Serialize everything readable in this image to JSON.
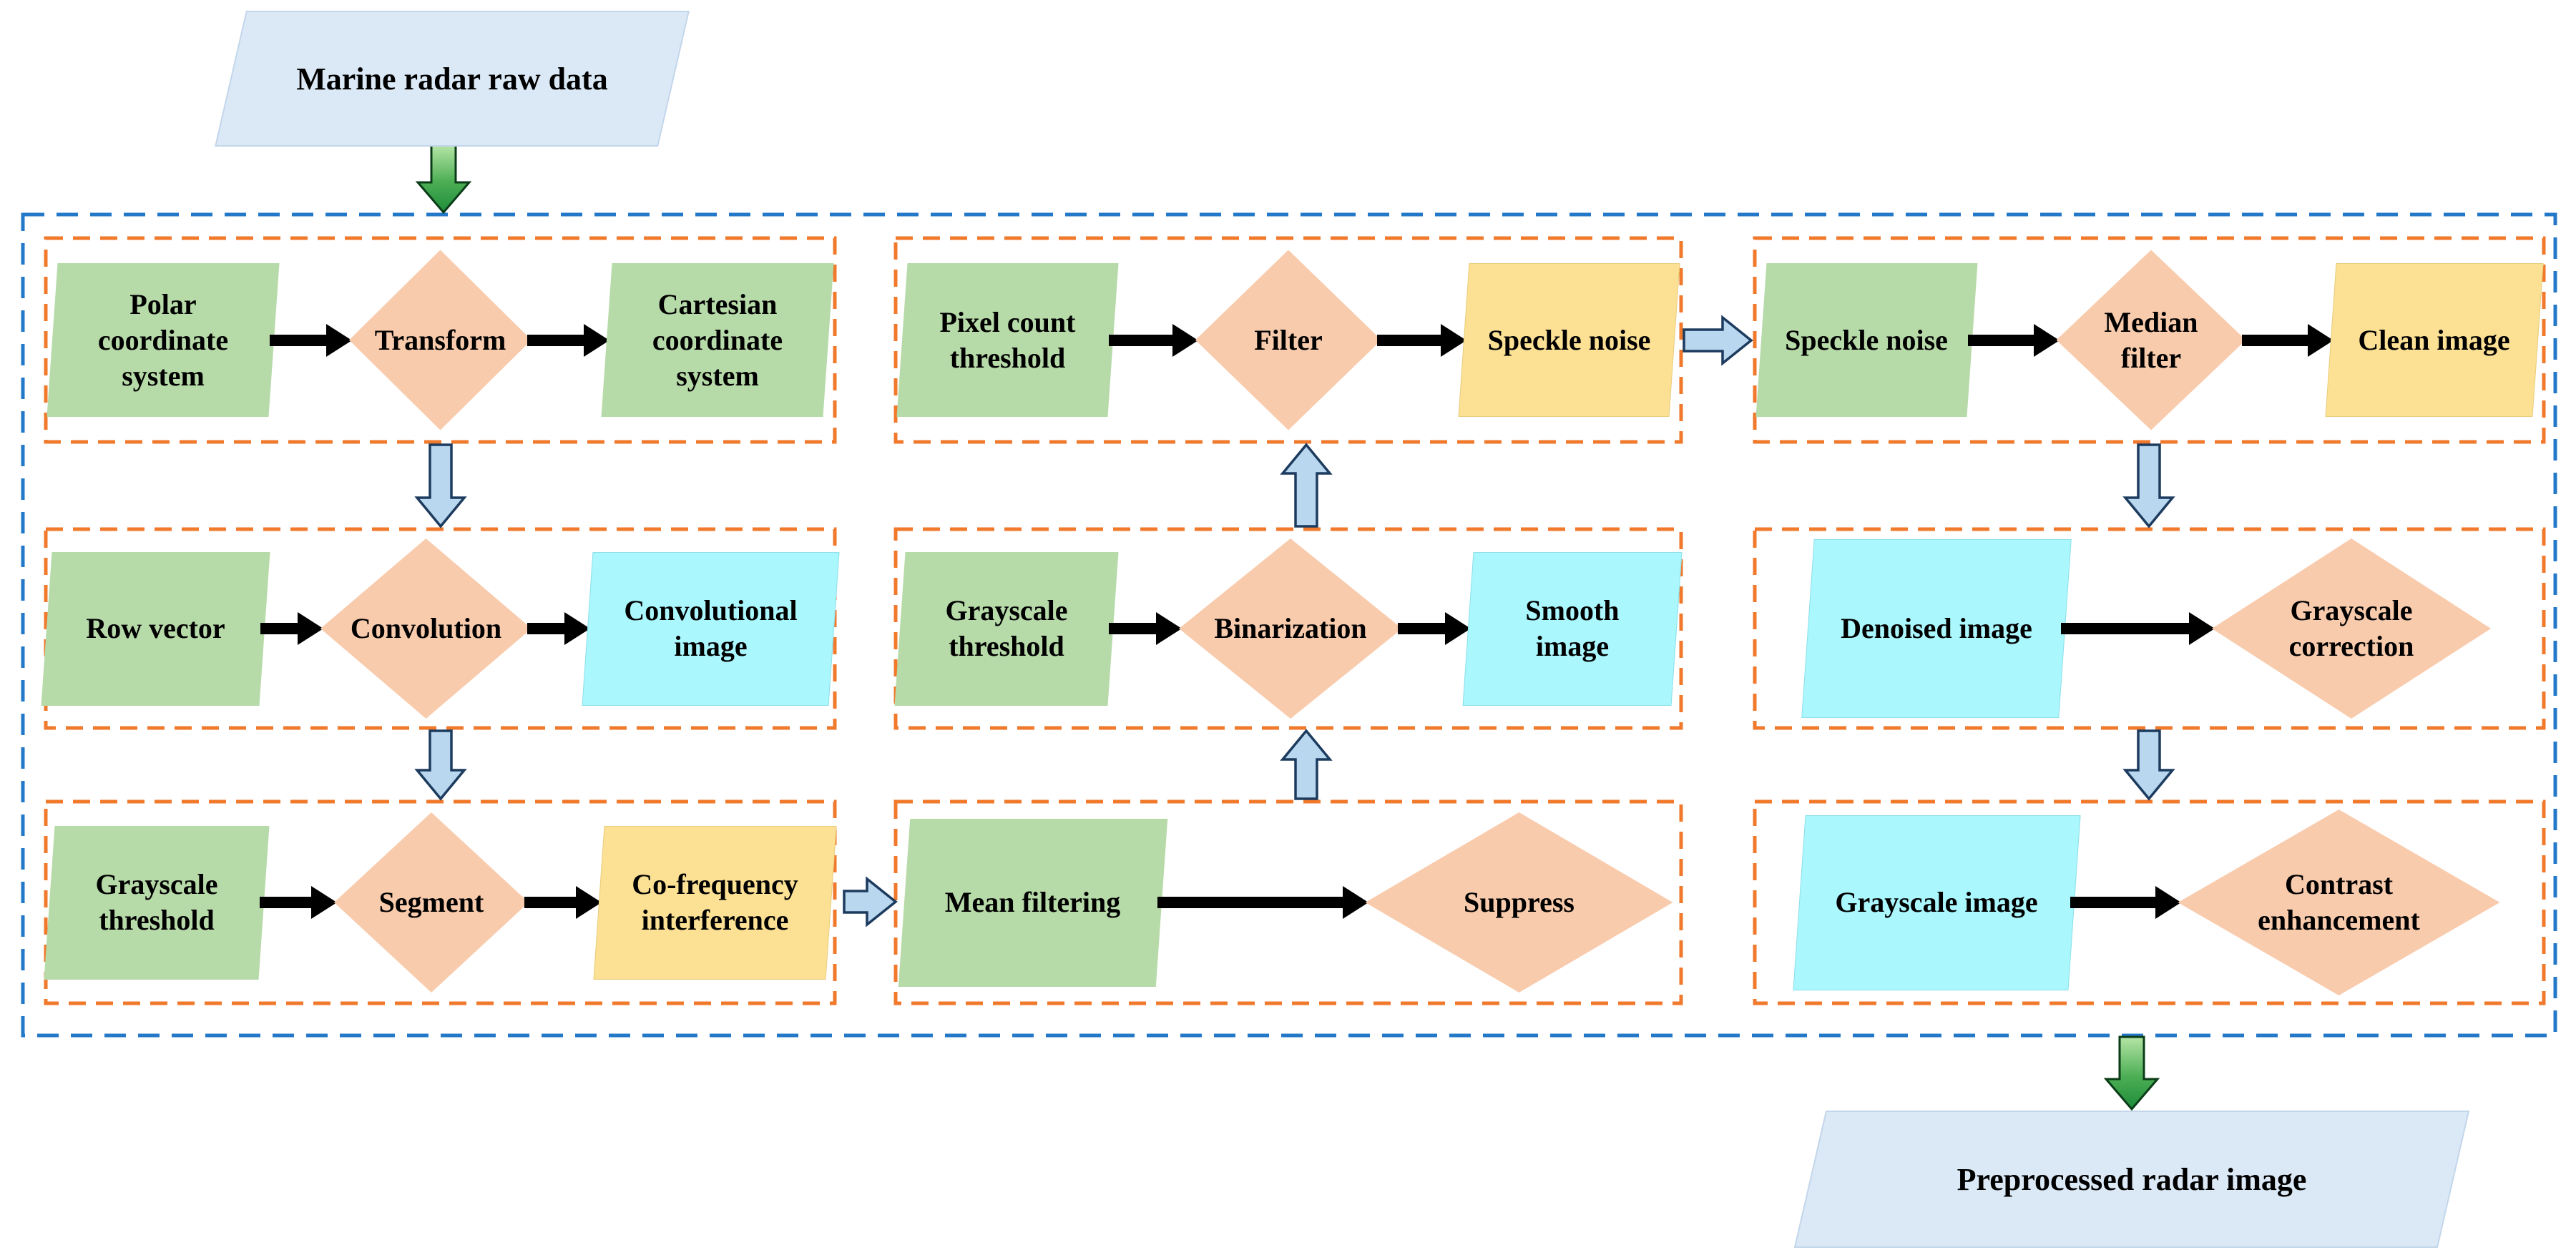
{
  "terminals": {
    "start": "Marine radar raw data",
    "end": "Preprocessed radar image"
  },
  "groups": [
    {
      "steps": [
        {
          "shape": "parallelogram",
          "color": "green",
          "label": "Polar coordinate system"
        },
        {
          "shape": "diamond",
          "color": "peach",
          "label": "Transform"
        },
        {
          "shape": "parallelogram",
          "color": "green",
          "label": "Cartesian coordinate system"
        }
      ]
    },
    {
      "steps": [
        {
          "shape": "parallelogram",
          "color": "green",
          "label": "Pixel count threshold"
        },
        {
          "shape": "diamond",
          "color": "peach",
          "label": "Filter"
        },
        {
          "shape": "parallelogram",
          "color": "yellow",
          "label": "Speckle noise"
        }
      ]
    },
    {
      "steps": [
        {
          "shape": "parallelogram",
          "color": "green",
          "label": "Speckle noise"
        },
        {
          "shape": "diamond",
          "color": "peach",
          "label": "Median filter"
        },
        {
          "shape": "parallelogram",
          "color": "yellow",
          "label": "Clean image"
        }
      ]
    },
    {
      "steps": [
        {
          "shape": "parallelogram",
          "color": "green",
          "label": "Row vector"
        },
        {
          "shape": "diamond",
          "color": "peach",
          "label": "Convolution"
        },
        {
          "shape": "parallelogram",
          "color": "cyan",
          "label": "Convolutional image"
        }
      ]
    },
    {
      "steps": [
        {
          "shape": "parallelogram",
          "color": "green",
          "label": "Grayscale threshold"
        },
        {
          "shape": "diamond",
          "color": "peach",
          "label": "Binarization"
        },
        {
          "shape": "parallelogram",
          "color": "cyan",
          "label": "Smooth image"
        }
      ]
    },
    {
      "steps": [
        {
          "shape": "parallelogram",
          "color": "cyan",
          "label": "Denoised image"
        },
        {
          "shape": "diamond",
          "color": "peach",
          "label": "Grayscale correction"
        }
      ]
    },
    {
      "steps": [
        {
          "shape": "parallelogram",
          "color": "green",
          "label": "Grayscale threshold"
        },
        {
          "shape": "diamond",
          "color": "peach",
          "label": "Segment"
        },
        {
          "shape": "parallelogram",
          "color": "yellow",
          "label": "Co-frequency interference"
        }
      ]
    },
    {
      "steps": [
        {
          "shape": "parallelogram",
          "color": "green",
          "label": "Mean filtering"
        },
        {
          "shape": "diamond",
          "color": "peach",
          "label": "Suppress"
        }
      ]
    },
    {
      "steps": [
        {
          "shape": "parallelogram",
          "color": "cyan",
          "label": "Grayscale image"
        },
        {
          "shape": "diamond",
          "color": "peach",
          "label": "Contrast enhancement"
        }
      ]
    }
  ],
  "connectors": [
    {
      "from": "start-terminal",
      "to": "group-1",
      "direction": "down",
      "style": "green-arrow"
    },
    {
      "from": "group-1",
      "to": "group-4",
      "direction": "down",
      "style": "blue-arrow"
    },
    {
      "from": "group-4",
      "to": "group-7",
      "direction": "down",
      "style": "blue-arrow"
    },
    {
      "from": "group-7",
      "to": "group-8",
      "direction": "right",
      "style": "blue-arrow"
    },
    {
      "from": "group-8",
      "to": "group-5",
      "direction": "up",
      "style": "blue-arrow"
    },
    {
      "from": "group-5",
      "to": "group-2",
      "direction": "up",
      "style": "blue-arrow"
    },
    {
      "from": "group-2",
      "to": "group-3",
      "direction": "right",
      "style": "blue-arrow"
    },
    {
      "from": "group-3",
      "to": "group-6",
      "direction": "down",
      "style": "blue-arrow"
    },
    {
      "from": "group-6",
      "to": "group-9",
      "direction": "down",
      "style": "blue-arrow"
    },
    {
      "from": "group-9",
      "to": "end-terminal",
      "direction": "down",
      "style": "green-arrow"
    }
  ],
  "colors": {
    "terminal_fill": "#dbe9f6",
    "green_fill": "#b7daa9",
    "yellow_fill": "#fce195",
    "cyan_fill": "#aaf7fe",
    "peach_fill": "#f9cbad",
    "flow_arrow_fill": "#b9d7ee",
    "flow_arrow_stroke": "#1d3b5e",
    "outer_border": "#2478c8",
    "group_border": "#f0792c",
    "green_arrow_dark": "#1e8c3a",
    "black_arrow": "#000000"
  }
}
